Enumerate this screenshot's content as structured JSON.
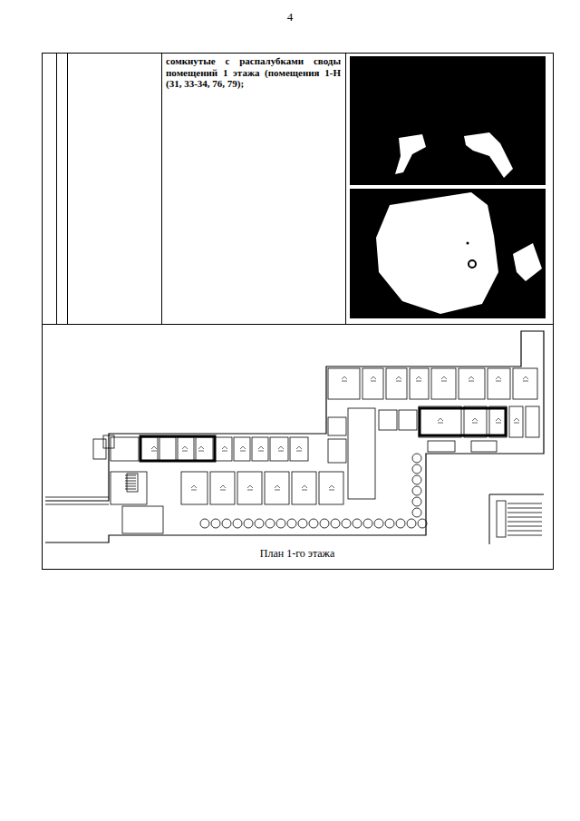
{
  "diagram": {
    "caption": "План 1-го этажа",
    "labels": [
      "4",
      "сомкнутые с распалубками своды помещений 1 этажа (помещения 1-Н (31, 33-34, 76, 79);"
    ]
  }
}
